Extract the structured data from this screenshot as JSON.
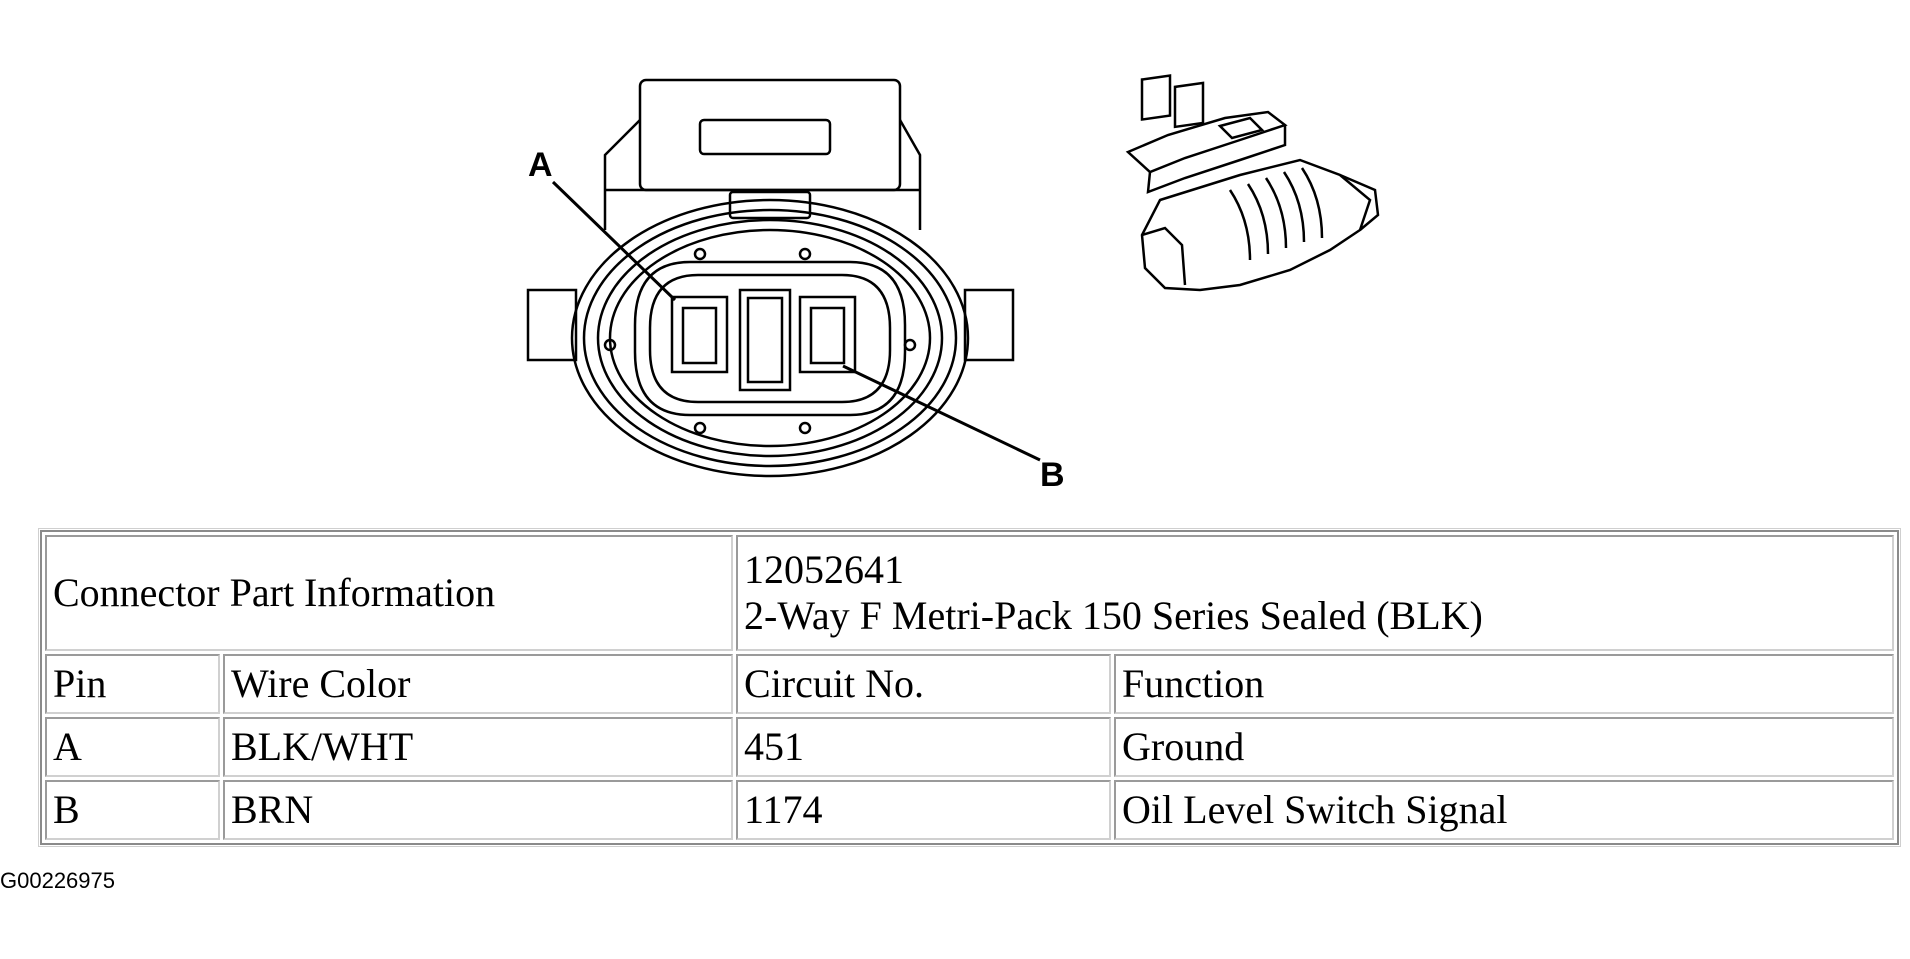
{
  "callouts": {
    "a": "A",
    "b": "B"
  },
  "table": {
    "info_label": "Connector Part Information",
    "part_number": "12052641",
    "part_description": "2-Way F Metri-Pack 150 Series Sealed (BLK)",
    "headers": [
      "Pin",
      "Wire Color",
      "Circuit No.",
      "Function"
    ],
    "rows": [
      {
        "pin": "A",
        "wire_color": "BLK/WHT",
        "circuit": "451",
        "function": "Ground"
      },
      {
        "pin": "B",
        "wire_color": "BRN",
        "circuit": "1174",
        "function": "Oil Level Switch Signal"
      }
    ]
  },
  "figure_id": "G00226975"
}
